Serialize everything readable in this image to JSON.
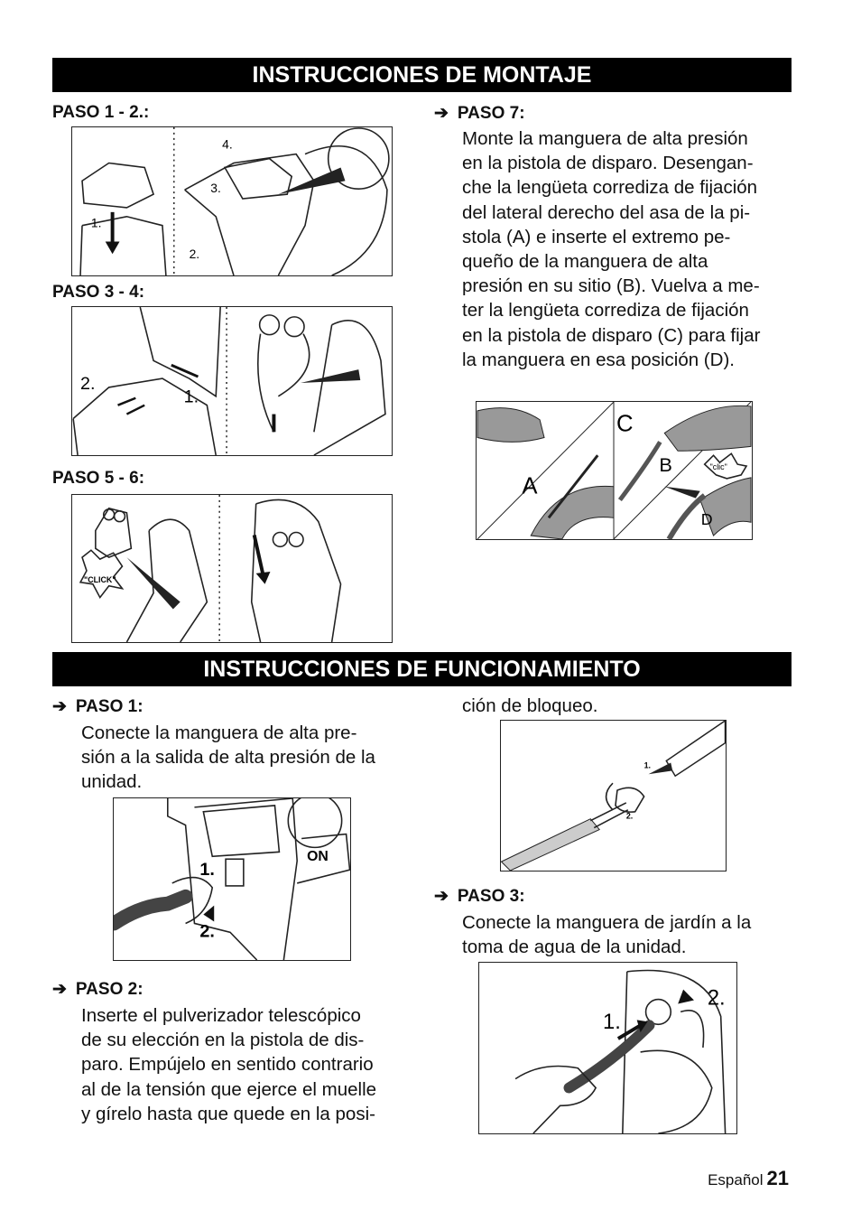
{
  "assembly": {
    "title": "INSTRUCCIONES DE MONTAJE",
    "step12": "PASO 1 - 2.:",
    "step34": "PASO 3 - 4:",
    "step56": "PASO 5 - 6:",
    "step7": {
      "label": "PASO 7:",
      "lines": [
        "Monte la manguera de alta presión",
        "en la pistola de disparo. Desengan-",
        "che la lengüeta corrediza de fijación",
        "del lateral derecho del asa de la pi-",
        "stola (A) e inserte el extremo pe-",
        "queño de la manguera de alta",
        "presión en su sitio (B). Vuelva a me-",
        "ter la lengüeta corrediza de fijación",
        "en la pistola de disparo (C) para fijar",
        "la manguera en esa posición (D)."
      ]
    },
    "fig12_labels": [
      "1.",
      "2.",
      "3.",
      "4."
    ],
    "fig34_labels": [
      "2.",
      "1."
    ],
    "fig56_labels": [
      "\"CLICK\""
    ],
    "fig7_labels": [
      "A",
      "B",
      "C",
      "D",
      "\"clic\""
    ]
  },
  "operation": {
    "title": "INSTRUCCIONES DE FUNCIONAMIENTO",
    "step1": {
      "label": "PASO 1:",
      "lines": [
        "Conecte la manguera de alta pre-",
        "sión a la salida de alta presión de la",
        "unidad."
      ]
    },
    "step2": {
      "label": "PASO 2:",
      "lines": [
        "Inserte el pulverizador telescópico",
        "de su elección en la pistola de dis-",
        "paro. Empújelo en sentido contrario",
        "al de la tensión que ejerce el muelle",
        "y gírelo hasta que quede en la posi-"
      ],
      "continuation": "ción de bloqueo."
    },
    "step3": {
      "label": "PASO 3:",
      "lines": [
        "Conecte la manguera de jardín a la",
        "toma de agua de la unidad."
      ]
    },
    "fig_op1_labels": [
      "1.",
      "2.",
      "ON"
    ],
    "fig_op2_labels": [
      "1.",
      "2."
    ],
    "fig_op3_labels": [
      "1.",
      "2."
    ]
  },
  "footer": {
    "language": "Español",
    "page": "21"
  }
}
